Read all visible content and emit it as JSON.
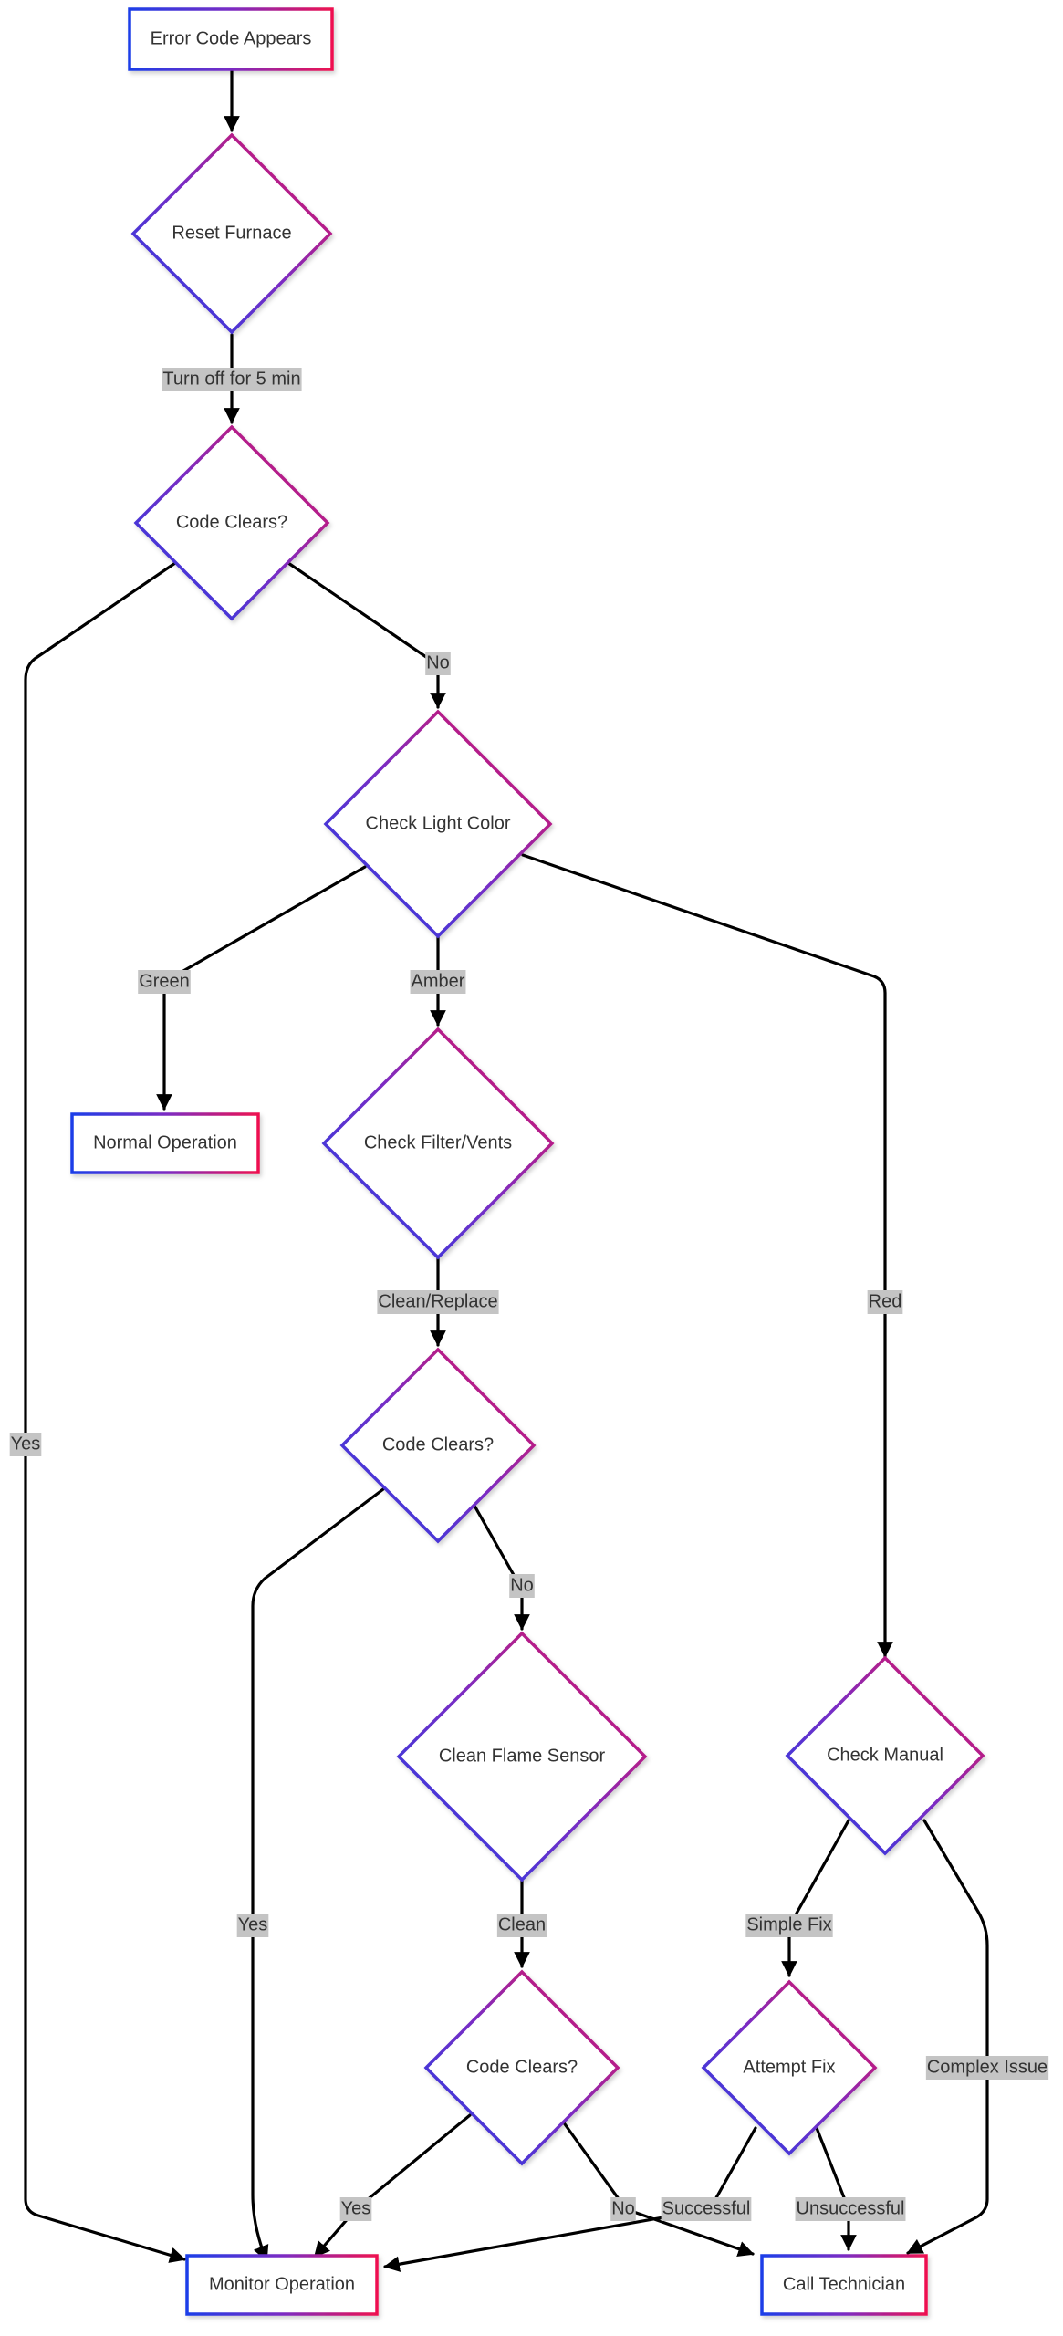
{
  "colors": {
    "gradient_start": "#1c3ee8",
    "gradient_mid": "#7a2cc4",
    "gradient_end": "#ee1150",
    "edge": "#000000",
    "label_bg": "#c4c4c4",
    "text": "#333333"
  },
  "nodes": {
    "error_code_appears": "Error Code Appears",
    "reset_furnace": "Reset Furnace",
    "code_clears_1": "Code Clears?",
    "check_light_color": "Check Light Color",
    "normal_operation": "Normal Operation",
    "check_filter_vents": "Check Filter/Vents",
    "code_clears_2": "Code Clears?",
    "clean_flame_sensor": "Clean Flame Sensor",
    "code_clears_3": "Code Clears?",
    "check_manual": "Check Manual",
    "attempt_fix": "Attempt Fix",
    "monitor_operation": "Monitor Operation",
    "call_technician": "Call Technician"
  },
  "edges": {
    "turn_off_5_min": "Turn off for 5 min",
    "cc1_no": "No",
    "cc1_yes": "Yes",
    "green": "Green",
    "amber": "Amber",
    "red": "Red",
    "clean_replace": "Clean/Replace",
    "cc2_no": "No",
    "cc2_yes": "Yes",
    "clean": "Clean",
    "cc3_yes": "Yes",
    "cc3_no": "No",
    "simple_fix": "Simple Fix",
    "complex_issue": "Complex Issue",
    "successful": "Successful",
    "unsuccessful": "Unsuccessful"
  }
}
